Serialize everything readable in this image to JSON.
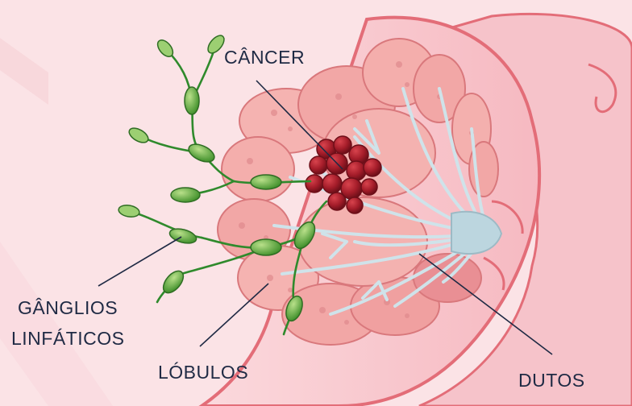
{
  "labels": {
    "cancer": "CÂNCER",
    "lymph_nodes_line1": "GÂNGLIOS",
    "lymph_nodes_line2": "LINFÁTICOS",
    "lobules": "LÓBULOS",
    "ducts": "DUTOS"
  },
  "colors": {
    "background": "#fbe3e6",
    "skin": "#f8c6cd",
    "skin_edge": "#e36d78",
    "lobule": "#f2a7a6",
    "lobule_edge": "#d9787c",
    "duct": "#cfe3ea",
    "tumor": "#a51d2a",
    "lymph": "#2f8a2c",
    "lymph_node": "#76b64c",
    "label_text": "#1f2a44"
  }
}
